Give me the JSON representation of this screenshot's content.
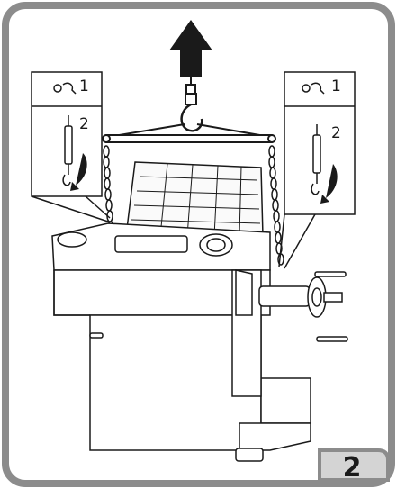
{
  "figure": {
    "number": "2",
    "left_callout": {
      "step1": "1",
      "step2": "2"
    },
    "right_callout": {
      "step1": "1",
      "step2": "2"
    }
  },
  "colors": {
    "frame_border": "#8c8c8c",
    "badge_bg": "#d4d4d4",
    "ink": "#1a1a1a",
    "paper": "#ffffff"
  },
  "icons": [
    "up-arrow-icon",
    "lifting-hook-icon",
    "chain-icon",
    "shackle-icon",
    "rotation-arrow-icon"
  ]
}
